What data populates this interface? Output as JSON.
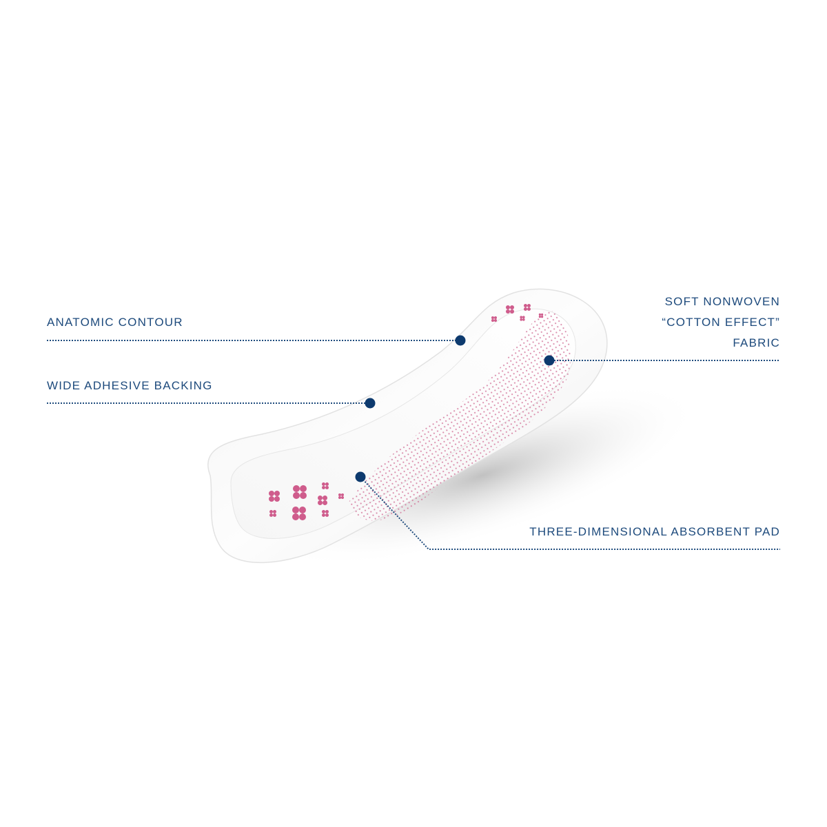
{
  "diagram": {
    "subject": "sanitary-pad",
    "colors": {
      "label_text": "#1d4a7c",
      "callout_dot": "#0d3a6e",
      "callout_line": "#1d4a7c",
      "pad_white": "#fbfbfb",
      "pattern_pink": "#c9487a"
    },
    "callouts": [
      {
        "id": "anatomic-contour",
        "lines": [
          "ANATOMIC CONTOUR"
        ],
        "side": "left"
      },
      {
        "id": "wide-adhesive-backing",
        "lines": [
          "WIDE ADHESIVE BACKING"
        ],
        "side": "left"
      },
      {
        "id": "soft-nonwoven-fabric",
        "lines": [
          "SOFT NONWOVEN",
          "“COTTON EFFECT”",
          "FABRIC"
        ],
        "side": "right"
      },
      {
        "id": "three-dimensional-absorbent-pad",
        "lines": [
          "THREE-DIMENSIONAL ABSORBENT PAD"
        ],
        "side": "right"
      }
    ]
  }
}
